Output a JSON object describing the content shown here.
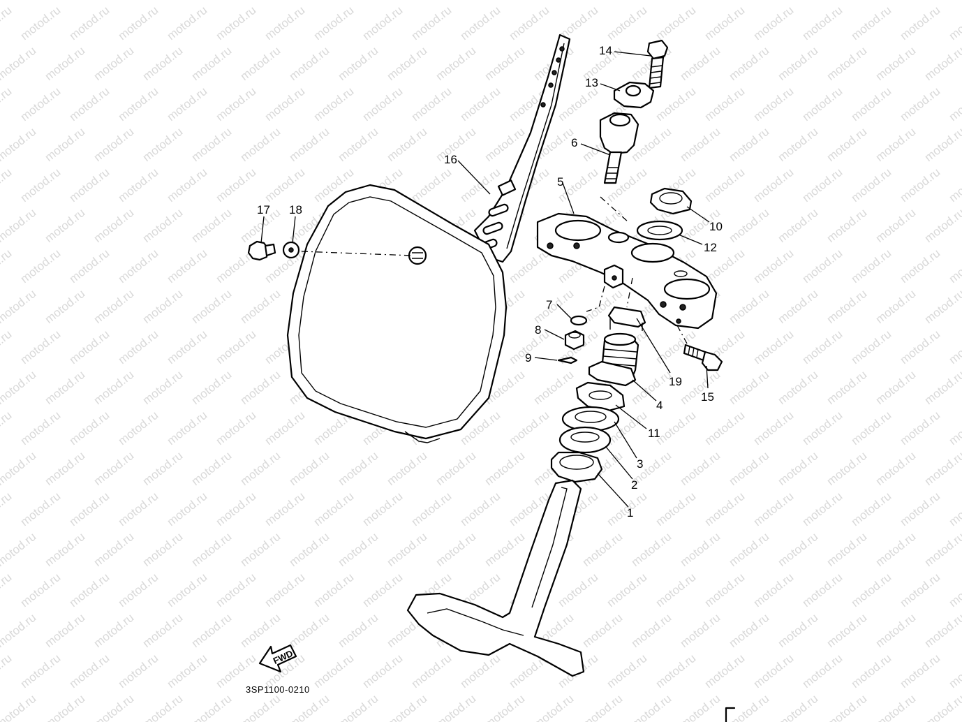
{
  "diagram": {
    "code": "3SP1100-0210",
    "direction_label": "FWD",
    "watermark_text": "motod.ru",
    "colors": {
      "line": "#000000",
      "background": "#ffffff",
      "watermark": "#d9d9d9"
    },
    "parts": [
      {
        "id": "1",
        "label": "1"
      },
      {
        "id": "2",
        "label": "2"
      },
      {
        "id": "3",
        "label": "3"
      },
      {
        "id": "4",
        "label": "4"
      },
      {
        "id": "5",
        "label": "5"
      },
      {
        "id": "6",
        "label": "6"
      },
      {
        "id": "7",
        "label": "7"
      },
      {
        "id": "8",
        "label": "8"
      },
      {
        "id": "9",
        "label": "9"
      },
      {
        "id": "10",
        "label": "10"
      },
      {
        "id": "11",
        "label": "11"
      },
      {
        "id": "12",
        "label": "12"
      },
      {
        "id": "13",
        "label": "13"
      },
      {
        "id": "14",
        "label": "14"
      },
      {
        "id": "15",
        "label": "15"
      },
      {
        "id": "16",
        "label": "16"
      },
      {
        "id": "17",
        "label": "17"
      },
      {
        "id": "18",
        "label": "18"
      },
      {
        "id": "19",
        "label": "19"
      }
    ]
  }
}
